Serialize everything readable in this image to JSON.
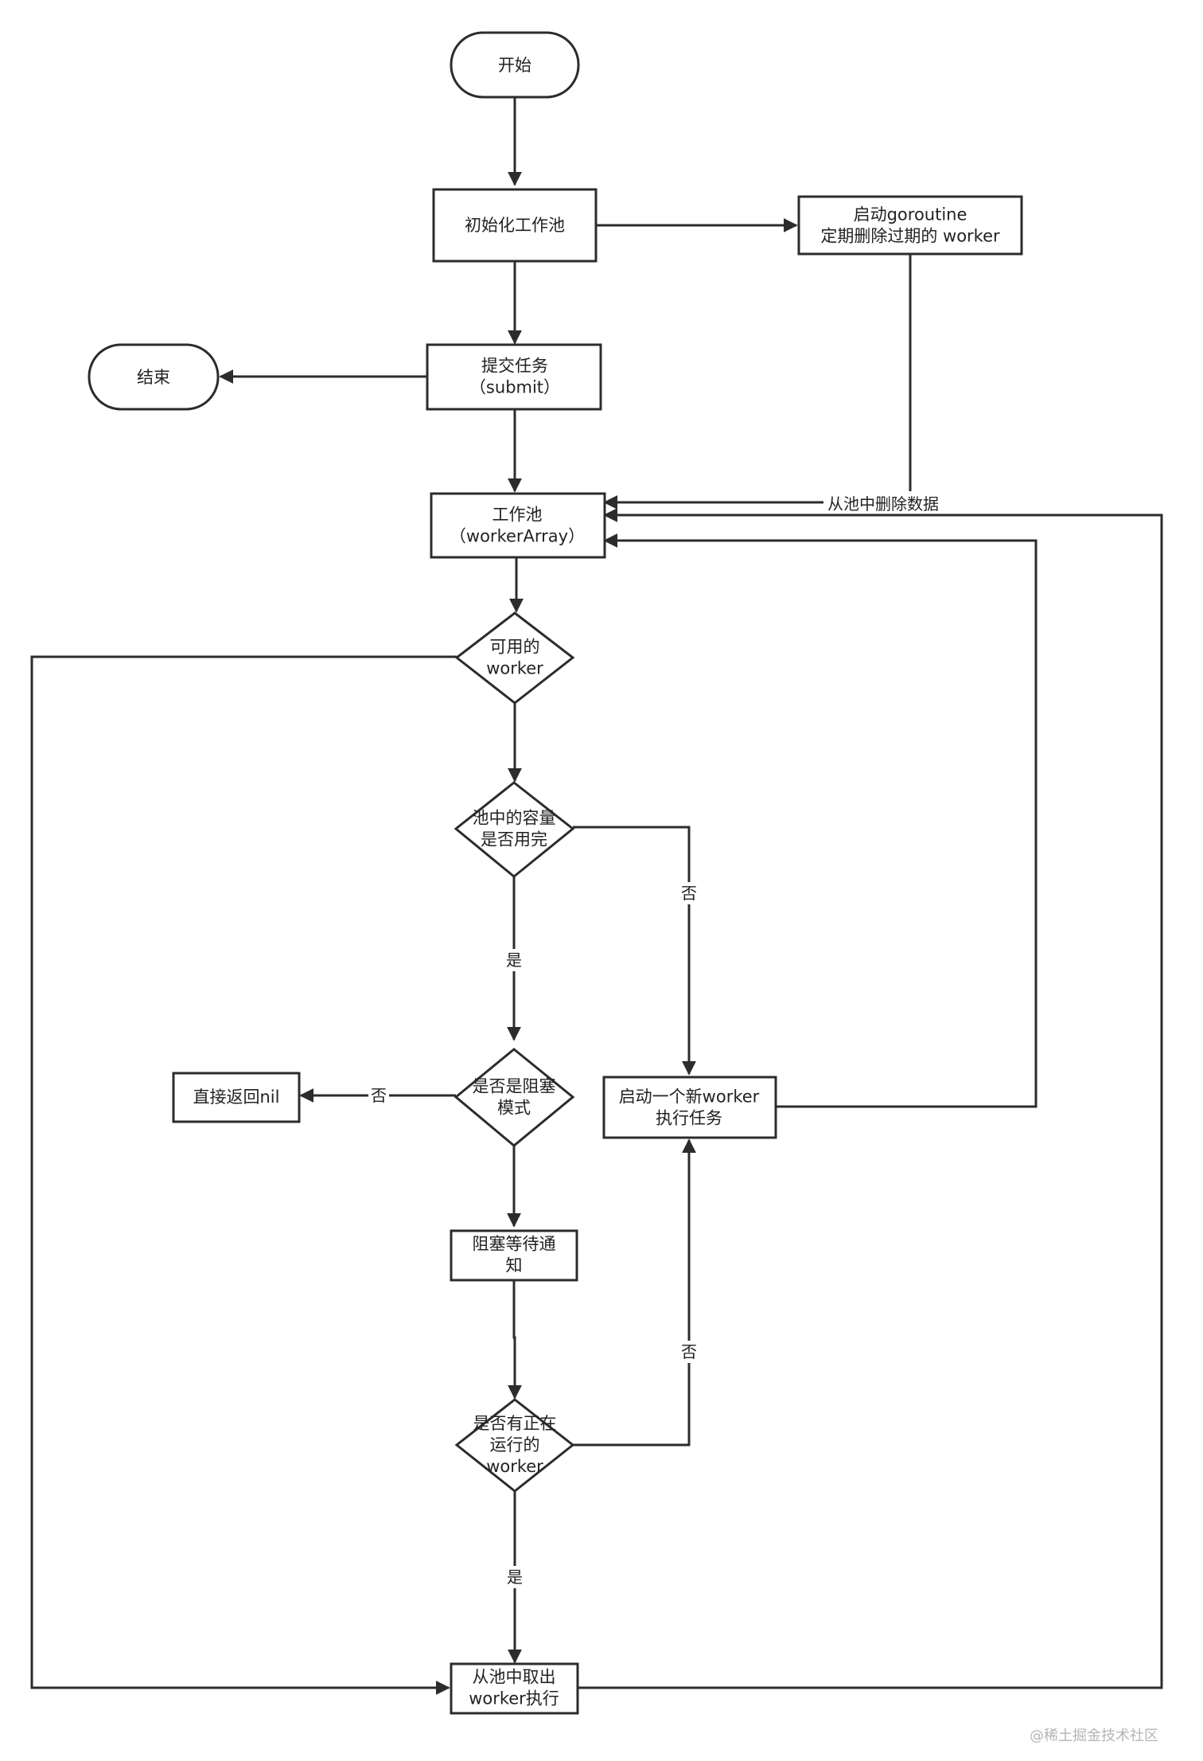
{
  "nodes": {
    "start": {
      "lines": [
        "开始"
      ]
    },
    "init_pool": {
      "lines": [
        "初始化工作池"
      ]
    },
    "cleanup_goroutine": {
      "lines": [
        "启动goroutine",
        "定期删除过期的 worker"
      ],
      "fill": "#cfe8cf"
    },
    "submit_task": {
      "lines": [
        "提交任务",
        "（submit）"
      ]
    },
    "end": {
      "lines": [
        "结束"
      ]
    },
    "worker_pool": {
      "lines": [
        "工作池",
        "（workerArray）"
      ],
      "fill": "#e0e0e0"
    },
    "available_worker": {
      "lines": [
        "可用的",
        "worker"
      ]
    },
    "capacity_check": {
      "lines": [
        "池中的容量",
        "是否用完"
      ]
    },
    "new_worker": {
      "lines": [
        "启动一个新worker",
        "执行任务"
      ]
    },
    "blocking_check": {
      "lines": [
        "是否是阻塞",
        "模式"
      ]
    },
    "return_nil": {
      "lines": [
        "直接返回nil"
      ]
    },
    "block_wait": {
      "lines": [
        "阻塞等待通",
        "知"
      ]
    },
    "running_check": {
      "lines": [
        "是否有正在",
        "运行的",
        "worker"
      ]
    },
    "take_worker": {
      "lines": [
        "从池中取出",
        "worker执行"
      ]
    }
  },
  "edge_labels": {
    "remove_data": "从池中删除数据",
    "capacity_no": "否",
    "capacity_yes": "是",
    "blocking_no": "否",
    "running_no": "否",
    "running_yes": "是"
  },
  "watermark": "@稀土掘金技术社区"
}
